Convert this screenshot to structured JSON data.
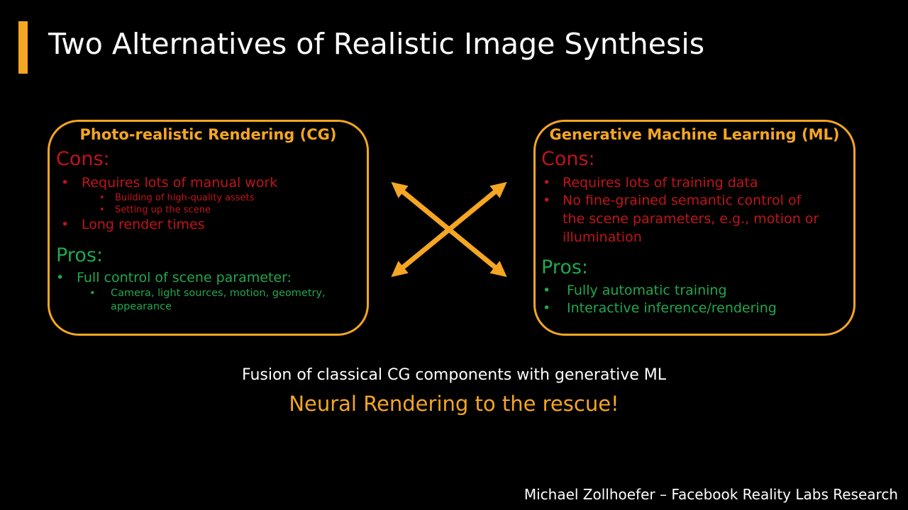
{
  "slide": {
    "title": "Two Alternatives of Realistic Image Synthesis",
    "accent_color": "#f5a623",
    "cons_color": "#c0141b",
    "pros_color": "#1fa84f"
  },
  "left_box": {
    "title": "Photo-realistic Rendering (CG)",
    "cons_heading": "Cons:",
    "cons": [
      "Requires lots of manual work",
      "Building of high-quality assets",
      "Setting up the scene",
      "Long render times"
    ],
    "pros_heading": "Pros:",
    "pros": [
      "Full control of scene parameter:",
      "Camera, light sources, motion, geometry,",
      "appearance"
    ]
  },
  "right_box": {
    "title": "Generative Machine Learning (ML)",
    "cons_heading": "Cons:",
    "cons": [
      "Requires lots of training data",
      "No fine-grained semantic control of",
      "the scene parameters, e.g., motion or",
      "illumination"
    ],
    "pros_heading": "Pros:",
    "pros": [
      "Fully automatic training",
      "Interactive inference/rendering"
    ]
  },
  "center_icon": "crossed-double-arrows-icon",
  "fusion_text": "Fusion of classical CG components with generative ML",
  "rescue_text": "Neural Rendering to the rescue!",
  "footer": "Michael Zollhoefer – Facebook Reality Labs Research"
}
